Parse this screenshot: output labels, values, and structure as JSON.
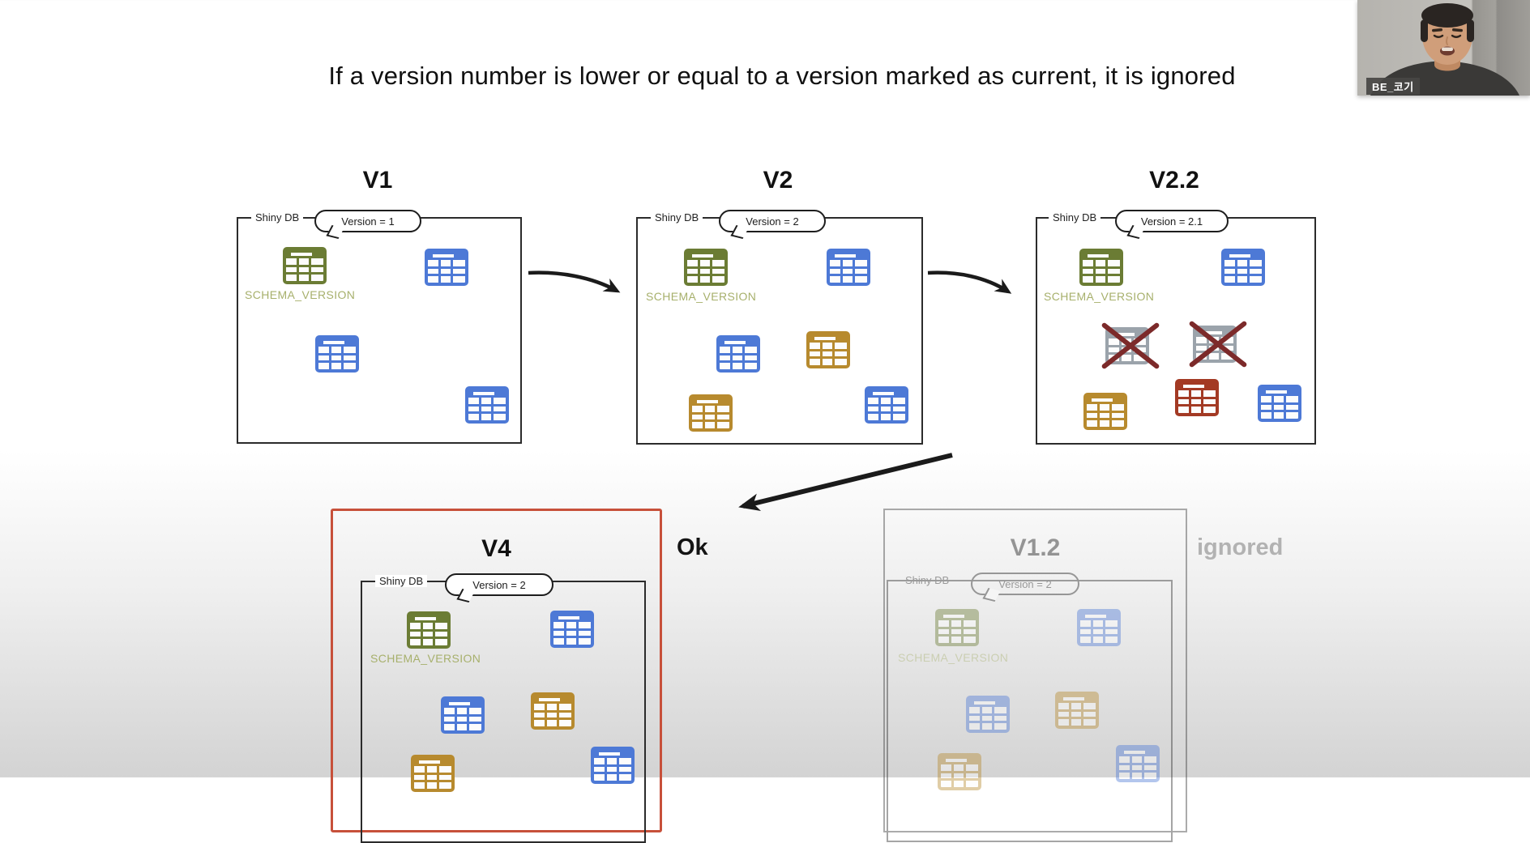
{
  "slide": {
    "title": "If a version number is lower or equal to a version marked as current, it is ignored"
  },
  "diagrams": [
    {
      "id": "V1",
      "title": "V1",
      "db_label": "Shiny DB",
      "version_label": "Version = 1",
      "schema_label": "SCHEMA_VERSION",
      "tables": [
        {
          "label": "SCHEMA_VERSION",
          "color": "green"
        },
        {
          "color": "blue"
        },
        {
          "color": "blue"
        },
        {
          "color": "blue"
        }
      ]
    },
    {
      "id": "V2",
      "title": "V2",
      "db_label": "Shiny DB",
      "version_label": "Version = 2",
      "schema_label": "SCHEMA_VERSION",
      "tables": [
        {
          "label": "SCHEMA_VERSION",
          "color": "green"
        },
        {
          "color": "blue"
        },
        {
          "color": "blue"
        },
        {
          "color": "orange"
        },
        {
          "color": "orange"
        },
        {
          "color": "blue"
        }
      ]
    },
    {
      "id": "V2.2",
      "title": "V2.2",
      "db_label": "Shiny DB",
      "version_label": "Version = 2.1",
      "schema_label": "SCHEMA_VERSION",
      "tables": [
        {
          "label": "SCHEMA_VERSION",
          "color": "green"
        },
        {
          "color": "blue"
        },
        {
          "color": "gray",
          "crossed": true
        },
        {
          "color": "gray",
          "crossed": true
        },
        {
          "color": "orange"
        },
        {
          "color": "red"
        },
        {
          "color": "blue"
        }
      ]
    },
    {
      "id": "V4",
      "title": "V4",
      "db_label": "Shiny DB",
      "version_label": "Version = 2",
      "schema_label": "SCHEMA_VERSION",
      "status": "Ok",
      "highlighted": true,
      "tables": [
        {
          "label": "SCHEMA_VERSION",
          "color": "green"
        },
        {
          "color": "blue"
        },
        {
          "color": "blue"
        },
        {
          "color": "orange"
        },
        {
          "color": "orange"
        },
        {
          "color": "blue"
        }
      ]
    },
    {
      "id": "V1.2",
      "title": "V1.2",
      "db_label": "Shiny DB",
      "version_label": "Version = 2",
      "schema_label": "SCHEMA_VERSION",
      "status": "ignored",
      "faded": true,
      "tables": [
        {
          "label": "SCHEMA_VERSION",
          "color": "green"
        },
        {
          "color": "blue"
        },
        {
          "color": "blue"
        },
        {
          "color": "orange"
        },
        {
          "color": "orange"
        },
        {
          "color": "blue"
        }
      ]
    }
  ],
  "webcam": {
    "name_tag": "BE_코기"
  },
  "icons": {
    "table": "db-table-grid",
    "crossed_table": "dropped-db-table",
    "curved_arrow": "hand-drawn-arrow",
    "big_arrow": "hand-drawn-arrow"
  },
  "colors": {
    "table-green": "#6b7c34",
    "table-blue": "#4d79d6",
    "table-orange": "#b78a2e",
    "table-red": "#a33a24",
    "table-gray": "#9ba3ab",
    "cross-red": "#7c2a2a",
    "schema-label": "#a7b06c",
    "box-border": "#2b2b2b",
    "highlight-red": "#c7503a",
    "arrow-black": "#1b1b1b",
    "muted-gray": "#b2b2b2"
  }
}
